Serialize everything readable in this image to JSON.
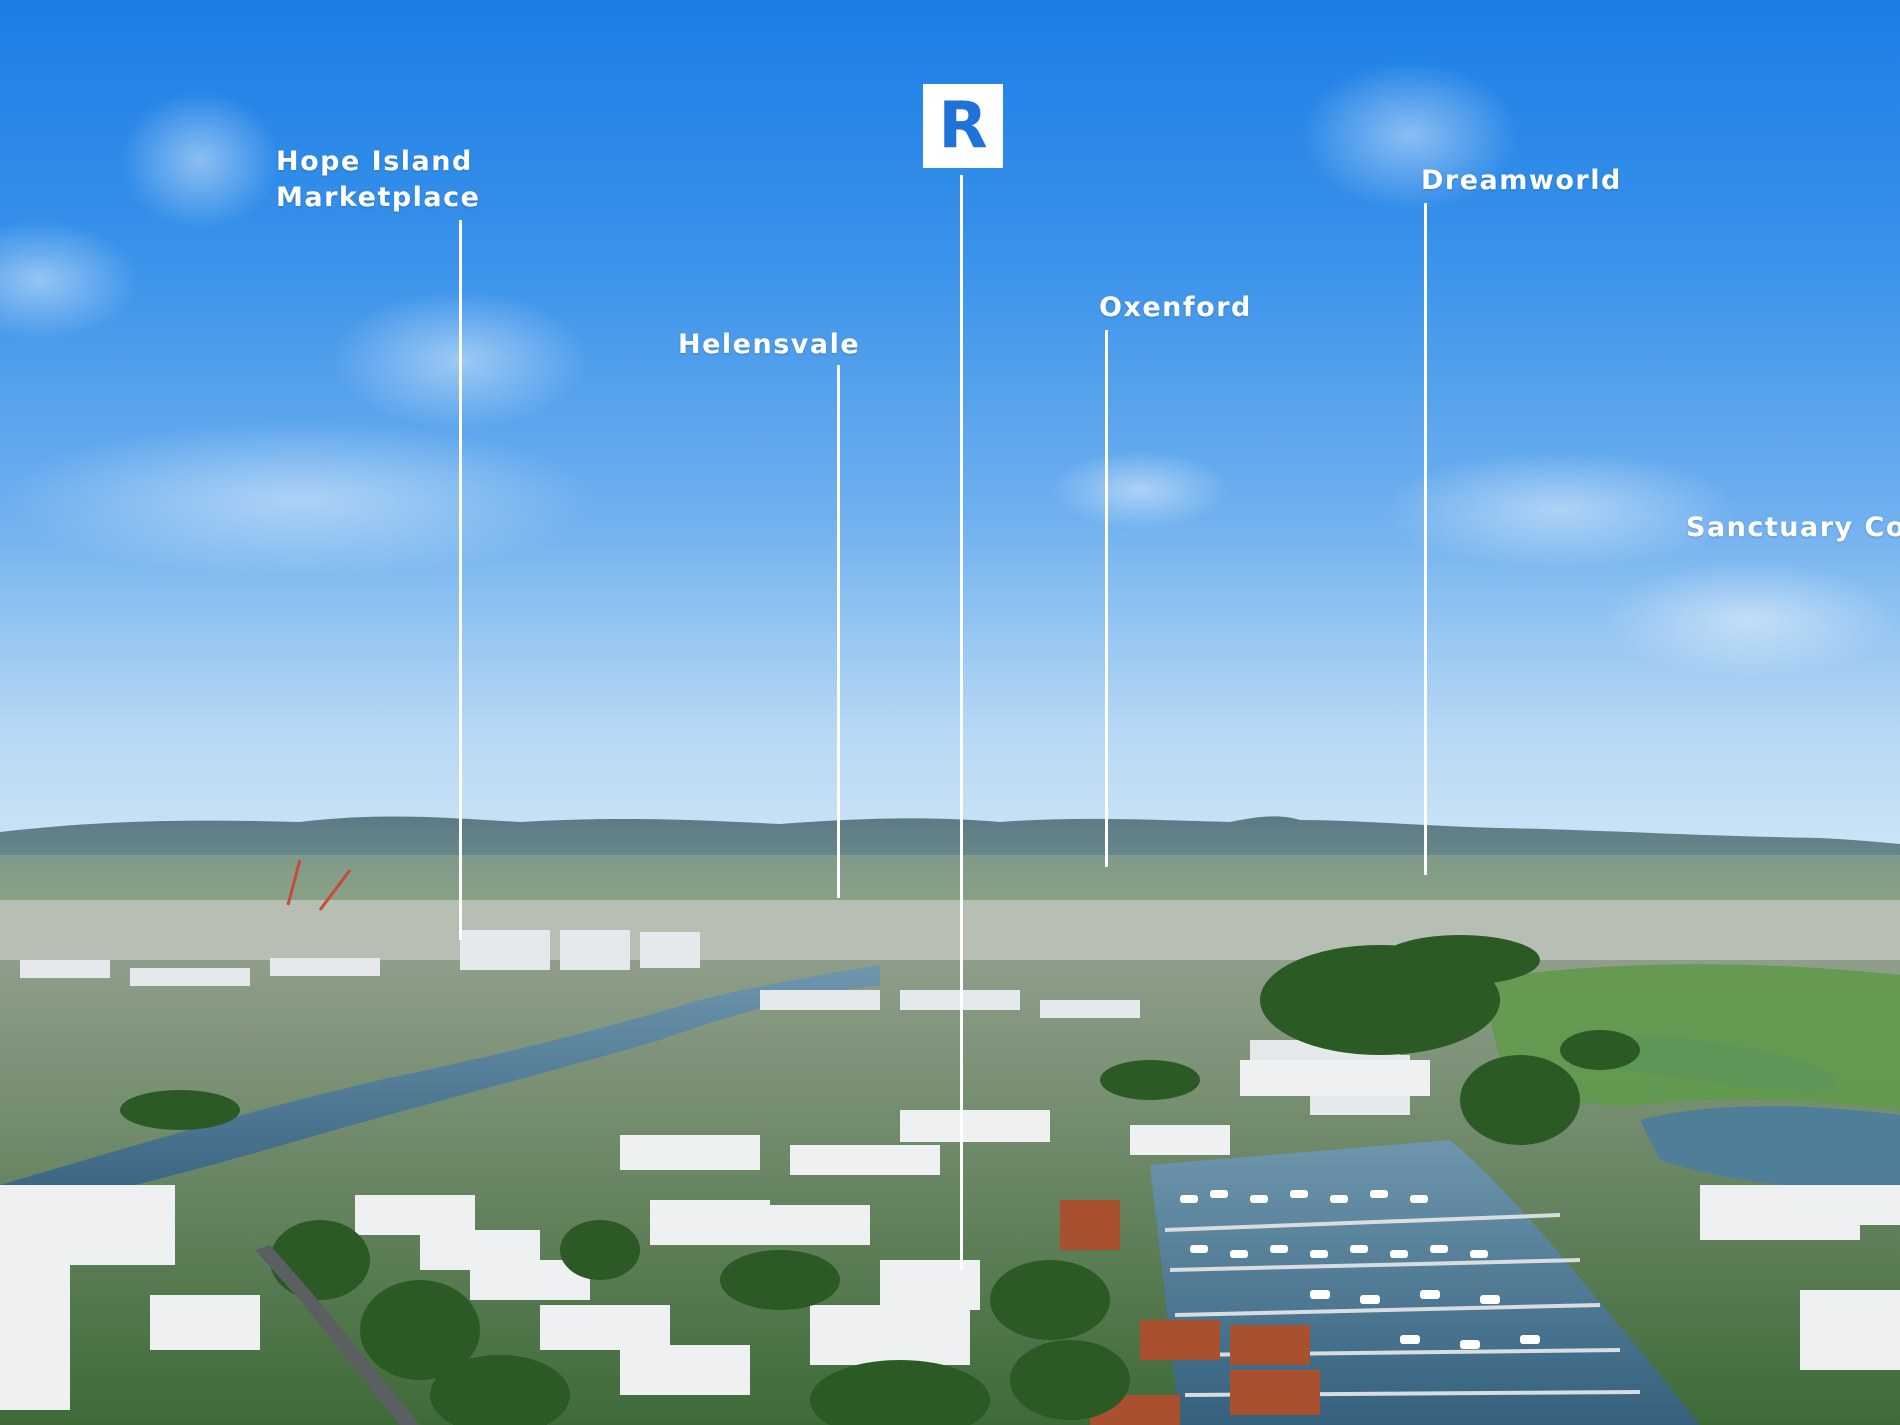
{
  "brand": {
    "logo_letter": "R",
    "logo_color": "#1e72d8"
  },
  "labels": [
    {
      "id": "hope-island",
      "lines": [
        "Hope Island",
        "Marketplace"
      ]
    },
    {
      "id": "helensvale",
      "lines": [
        "Helensvale"
      ]
    },
    {
      "id": "oxenford",
      "lines": [
        "Oxenford"
      ]
    },
    {
      "id": "dreamworld",
      "lines": [
        "Dreamworld"
      ]
    },
    {
      "id": "sanctuary-cove",
      "lines": [
        "Sanctuary Co"
      ]
    }
  ],
  "colors": {
    "sky_top": "#1b7ee6",
    "sky_horizon": "#cfe4f6",
    "water": "#3f6f8f",
    "vegetation": "#2f6a2c",
    "rooftops": "#e8ebee",
    "label_text": "#ffffff"
  }
}
